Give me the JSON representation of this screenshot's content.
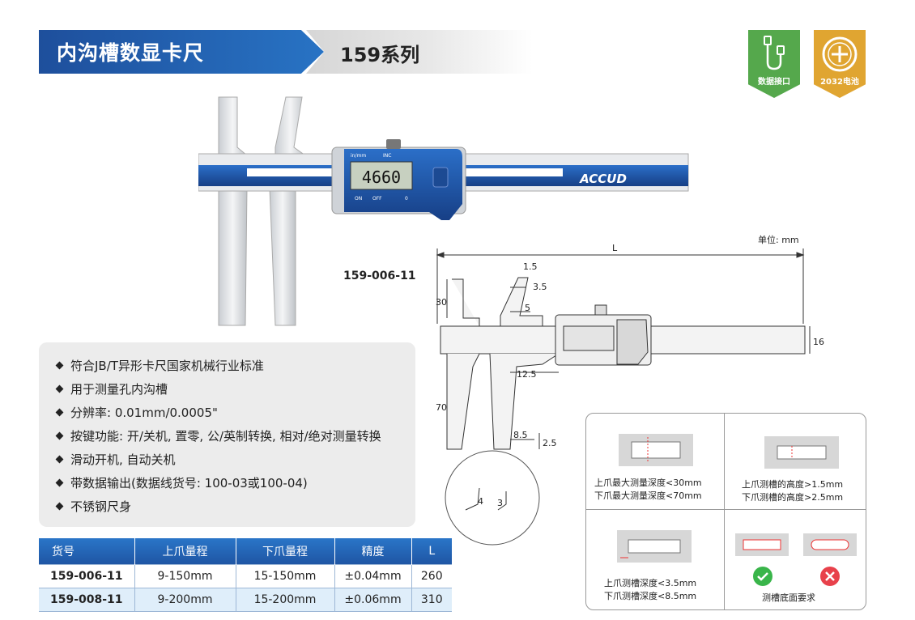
{
  "header": {
    "title": "内沟槽数显卡尺",
    "series": "159系列"
  },
  "badges": [
    {
      "label": "数据接口",
      "icon": "usb-cable-icon",
      "color": "#55a84c"
    },
    {
      "label": "2032电池",
      "icon": "coin-battery-icon",
      "color": "#e0a531"
    }
  ],
  "product": {
    "brand": "ACCUD",
    "display_value": "4660",
    "unit_toggle": "in/mm",
    "inc_label": "INC",
    "on_label": "ON",
    "off_label": "OFF",
    "zero_label": "0",
    "model": "159-006-11"
  },
  "features": [
    "符合JB/T异形卡尺国家机械行业标准",
    "用于测量孔内沟槽",
    "分辨率: 0.01mm/0.0005\"",
    "按键功能: 开/关机, 置零, 公/英制转换, 相对/绝对测量转换",
    "滑动开机, 自动关机",
    "带数据输出(数据线货号: 100-03或100-04)",
    "不锈钢尺身"
  ],
  "table": {
    "headers": [
      "货号",
      "上爪量程",
      "下爪量程",
      "精度",
      "L"
    ],
    "rows": [
      [
        "159-006-11",
        "9-150mm",
        "15-150mm",
        "±0.04mm",
        "260"
      ],
      [
        "159-008-11",
        "9-200mm",
        "15-200mm",
        "±0.06mm",
        "310"
      ]
    ]
  },
  "drawing": {
    "unit": "单位: mm",
    "dims": {
      "L": "L",
      "d1_5": "1.5",
      "d3_5": "3.5",
      "d30": "30",
      "d5": "5",
      "d16": "16",
      "d12_5": "12.5",
      "d70": "70",
      "d8_5": "8.5",
      "d2_5": "2.5",
      "d4": "4",
      "d3": "3"
    }
  },
  "info_panel": {
    "cell1": [
      "上爪最大测量深度<30mm",
      "下爪最大测量深度<70mm"
    ],
    "cell2": [
      "上爪测槽的高度>1.5mm",
      "下爪测槽的高度>2.5mm"
    ],
    "cell3": [
      "上爪测槽深度<3.5mm",
      "下爪测槽深度<8.5mm"
    ],
    "cell4": [
      "测槽底面要求"
    ]
  }
}
